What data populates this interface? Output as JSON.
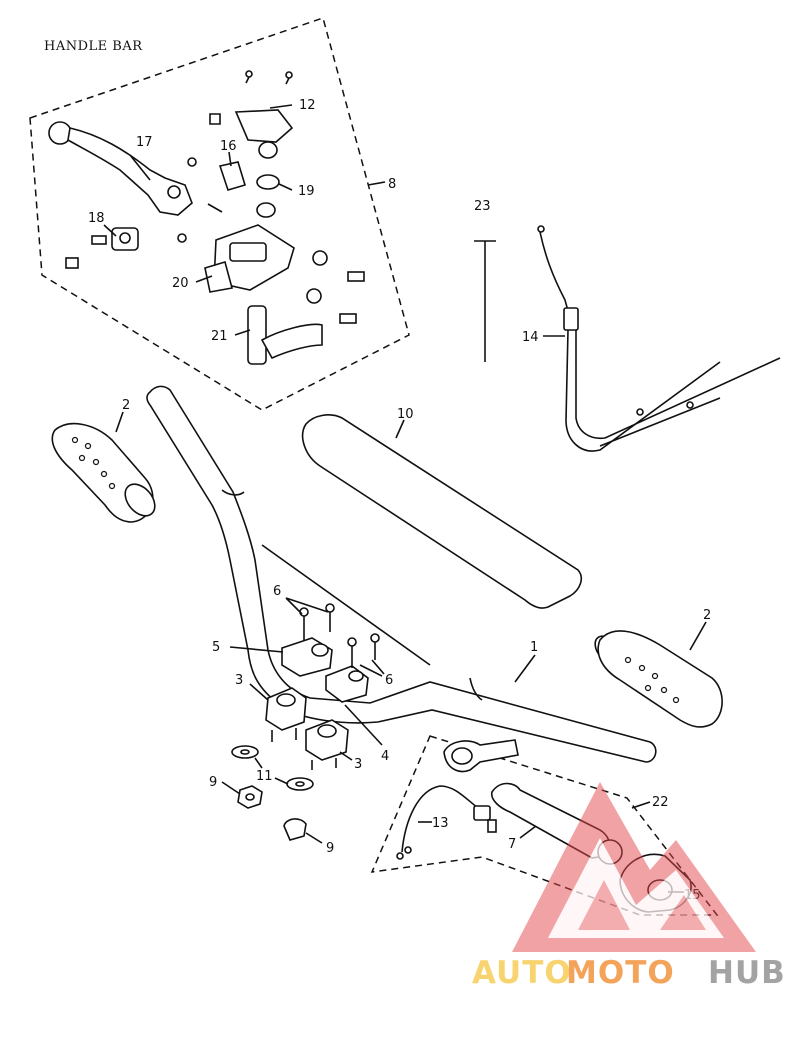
{
  "title": "HANDLE BAR",
  "callouts": {
    "p1": "1",
    "p2_left": "2",
    "p2_right": "2",
    "p3_a": "3",
    "p3_b": "3",
    "p4": "4",
    "p5": "5",
    "p6_a": "6",
    "p6_b": "6",
    "p7": "7",
    "p8": "8",
    "p9_a": "9",
    "p9_b": "9",
    "p10": "10",
    "p11": "11",
    "p12": "12",
    "p13": "13",
    "p14": "14",
    "p15": "15",
    "p16": "16",
    "p17": "17",
    "p18": "18",
    "p19": "19",
    "p20": "20",
    "p21": "21",
    "p22": "22",
    "p23": "23"
  },
  "watermark": {
    "word_a": "AUTO",
    "word_b": "MOTO",
    "word_c": "HUB",
    "colors": {
      "yellow": "#f7c948",
      "orange": "#f08a2c",
      "gray": "#8a8a8a",
      "red": "#e5484d"
    }
  }
}
